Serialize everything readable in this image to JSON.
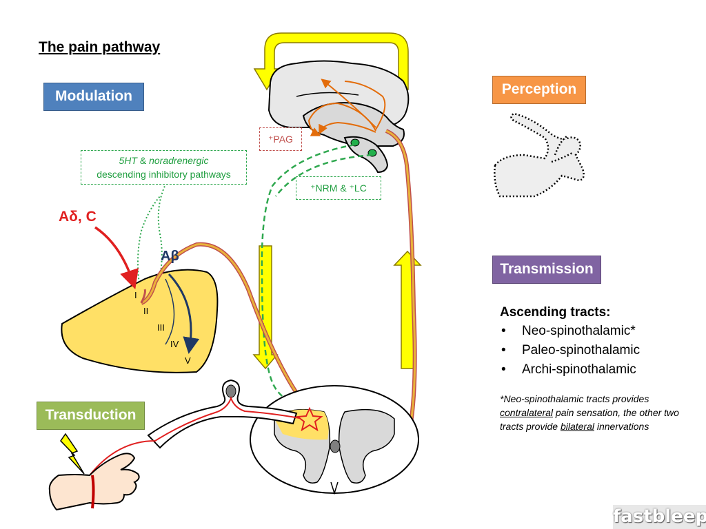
{
  "title": "The pain pathway",
  "boxes": {
    "modulation": "Modulation",
    "perception": "Perception",
    "transmission": "Transmission",
    "transduction": "Transduction"
  },
  "descending": {
    "line1_a": "5HT",
    "line1_b": " & ",
    "line1_c": "noradrenergic",
    "line2": "descending inhibitory pathways"
  },
  "nuclei": {
    "pag": "⁺PAG",
    "nrm_lc": "⁺NRM & ⁺LC"
  },
  "fibres": {
    "a_delta_c": "Aδ, C",
    "a_beta": "Aβ"
  },
  "laminae": [
    "I",
    "II",
    "III",
    "IV",
    "V"
  ],
  "ascending": {
    "heading": "Ascending tracts:",
    "items": [
      "Neo-spinothalamic*",
      "Paleo-spinothalamic",
      "Archi-spinothalamic"
    ]
  },
  "note": {
    "p1": "*Neo-spinothalamic tracts provides ",
    "u1": "contralateral",
    "p2": " pain sensation, the other two tracts provide ",
    "u2": "bilateral",
    "p3": " innervations"
  },
  "logo": "fastbleep))",
  "colors": {
    "modulation": "#4f81bd",
    "perception": "#f79646",
    "transmission": "#8064a2",
    "transduction": "#9bbb59",
    "arrow_yellow": "#ffff00",
    "horn_yellow": "#ffe066",
    "pathway_red": "#e02020",
    "descending_green": "#2fa84f"
  }
}
